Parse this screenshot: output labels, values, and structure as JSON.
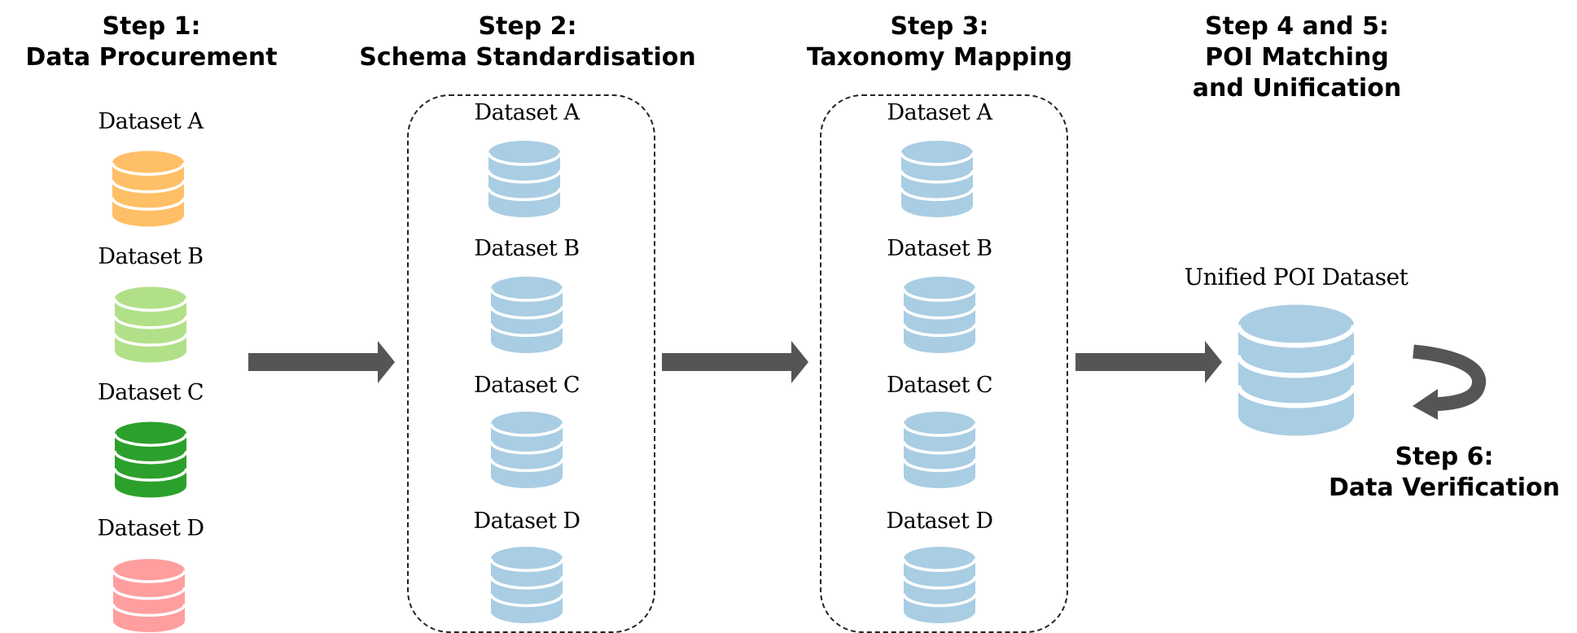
{
  "steps": [
    {
      "line1": "Step 1:",
      "line2": "Data Procurement"
    },
    {
      "line1": "Step 2:",
      "line2": "Schema Standardisation"
    },
    {
      "line1": "Step 3:",
      "line2": "Taxonomy Mapping"
    },
    {
      "line1": "Step 4 and 5:",
      "line2": "POI Matching",
      "line3": "and Unification"
    },
    {
      "line1": "Step 6:",
      "line2": "Data Verification"
    }
  ],
  "procurement_datasets": [
    {
      "label": "Dataset A",
      "color": "#FFBF66"
    },
    {
      "label": "Dataset B",
      "color": "#B2E089"
    },
    {
      "label": "Dataset C",
      "color": "#2CA02C"
    },
    {
      "label": "Dataset D",
      "color": "#FF9E9E"
    }
  ],
  "standardised_datasets": [
    "Dataset A",
    "Dataset B",
    "Dataset C",
    "Dataset D"
  ],
  "mapped_datasets": [
    "Dataset A",
    "Dataset B",
    "Dataset C",
    "Dataset D"
  ],
  "unified": {
    "label": "Unified POI Dataset",
    "color": "#A9CDE3"
  },
  "colors": {
    "processed": "#A9CDE3",
    "arrow": "#555555",
    "box_border": "#222222"
  }
}
